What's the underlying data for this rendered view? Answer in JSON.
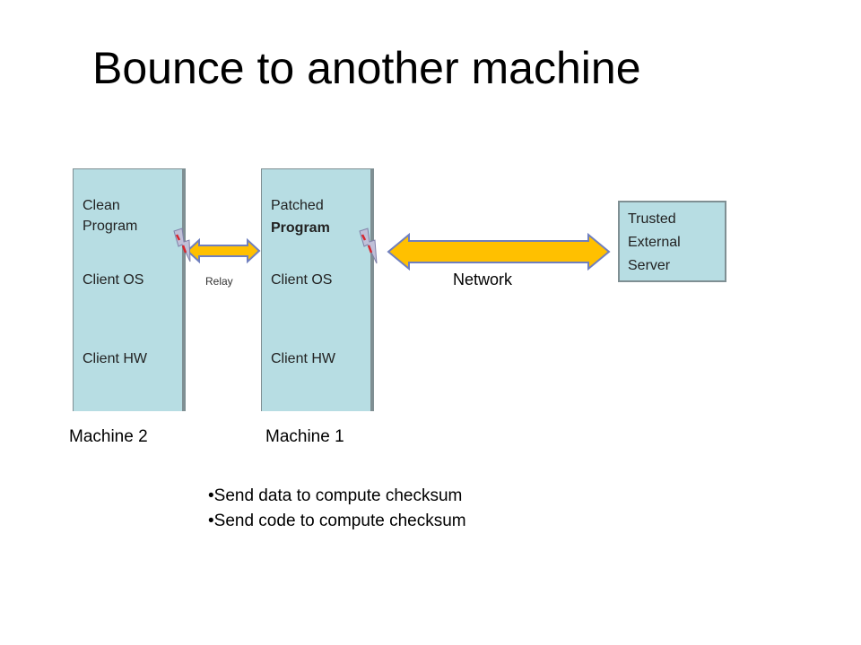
{
  "title": "Bounce to another machine",
  "machine2": {
    "program": "Clean Program",
    "os": "Client OS",
    "hw": "Client HW",
    "caption": "Machine 2"
  },
  "machine1": {
    "program_line1": "Patched",
    "program_line2": "Program",
    "os": "Client OS",
    "hw": "Client HW",
    "caption": "Machine 1"
  },
  "server": {
    "label": "Trusted External Server"
  },
  "relay_label": "Relay",
  "network_label": "Network",
  "bullets": [
    "Send data to compute checksum",
    "Send code to compute checksum"
  ],
  "colors": {
    "box_fill": "#b7dde3",
    "box_border": "#7f8f93",
    "arrow_fill": "#ffc000",
    "arrow_stroke": "#6f7fbf",
    "lightning": "#d6262e"
  }
}
